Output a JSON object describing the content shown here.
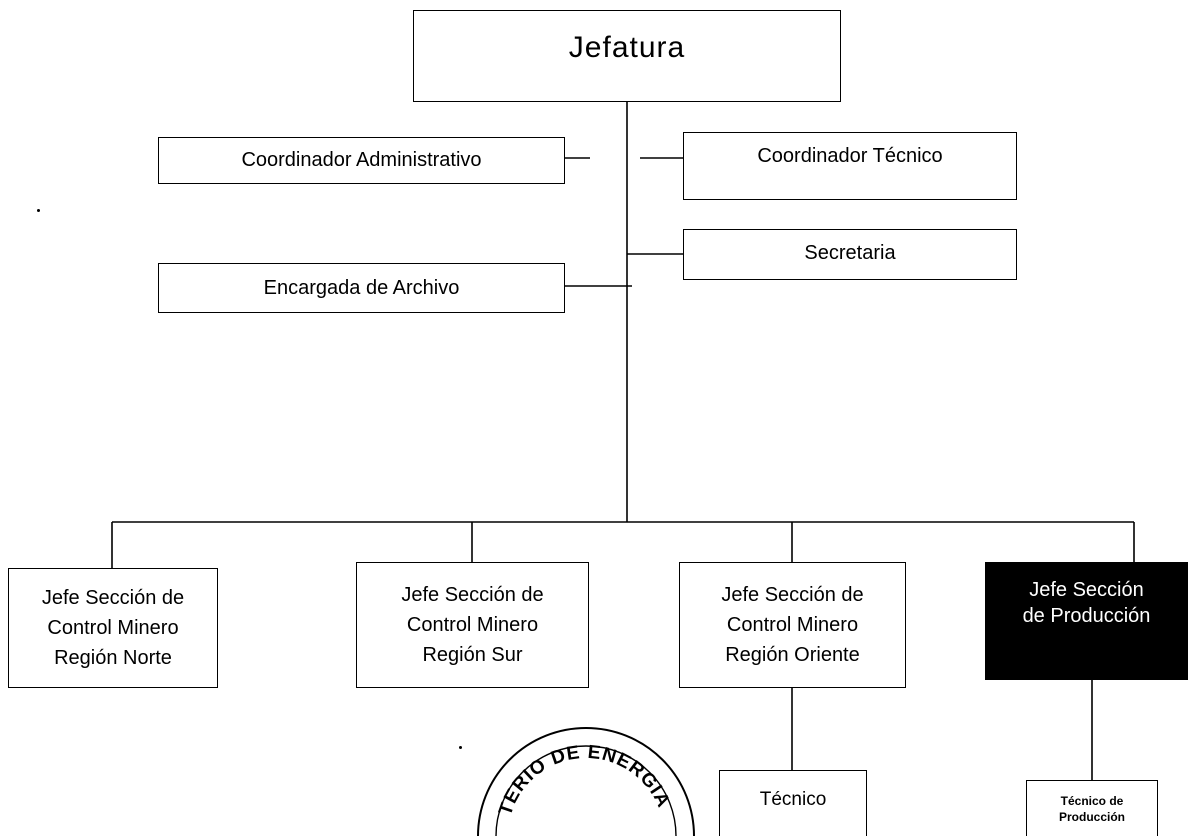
{
  "org_chart": {
    "jefatura": "Jefatura",
    "staff": {
      "coord_admin": "Coordinador Administrativo",
      "coord_tecnico": "Coordinador Técnico",
      "secretaria": "Secretaria",
      "archivo": "Encargada de Archivo"
    },
    "sections": {
      "norte": "Jefe Sección de\nControl Minero\nRegión Norte",
      "sur": "Jefe Sección de\nControl Minero\nRegión Sur",
      "oriente": "Jefe Sección de\nControl Minero\nRegión Oriente",
      "produccion": "Jefe Sección\nde Producción"
    },
    "subordinates": {
      "tecnico": "Técnico",
      "tecnico_produccion": "Técnico de\nProducción"
    }
  },
  "colors": {
    "line": "#000000",
    "highlight_box": "#000000",
    "highlight_text": "#ffffff"
  },
  "seal": {
    "text": "TERIO DE ENERGIA GENERAL ADM"
  }
}
